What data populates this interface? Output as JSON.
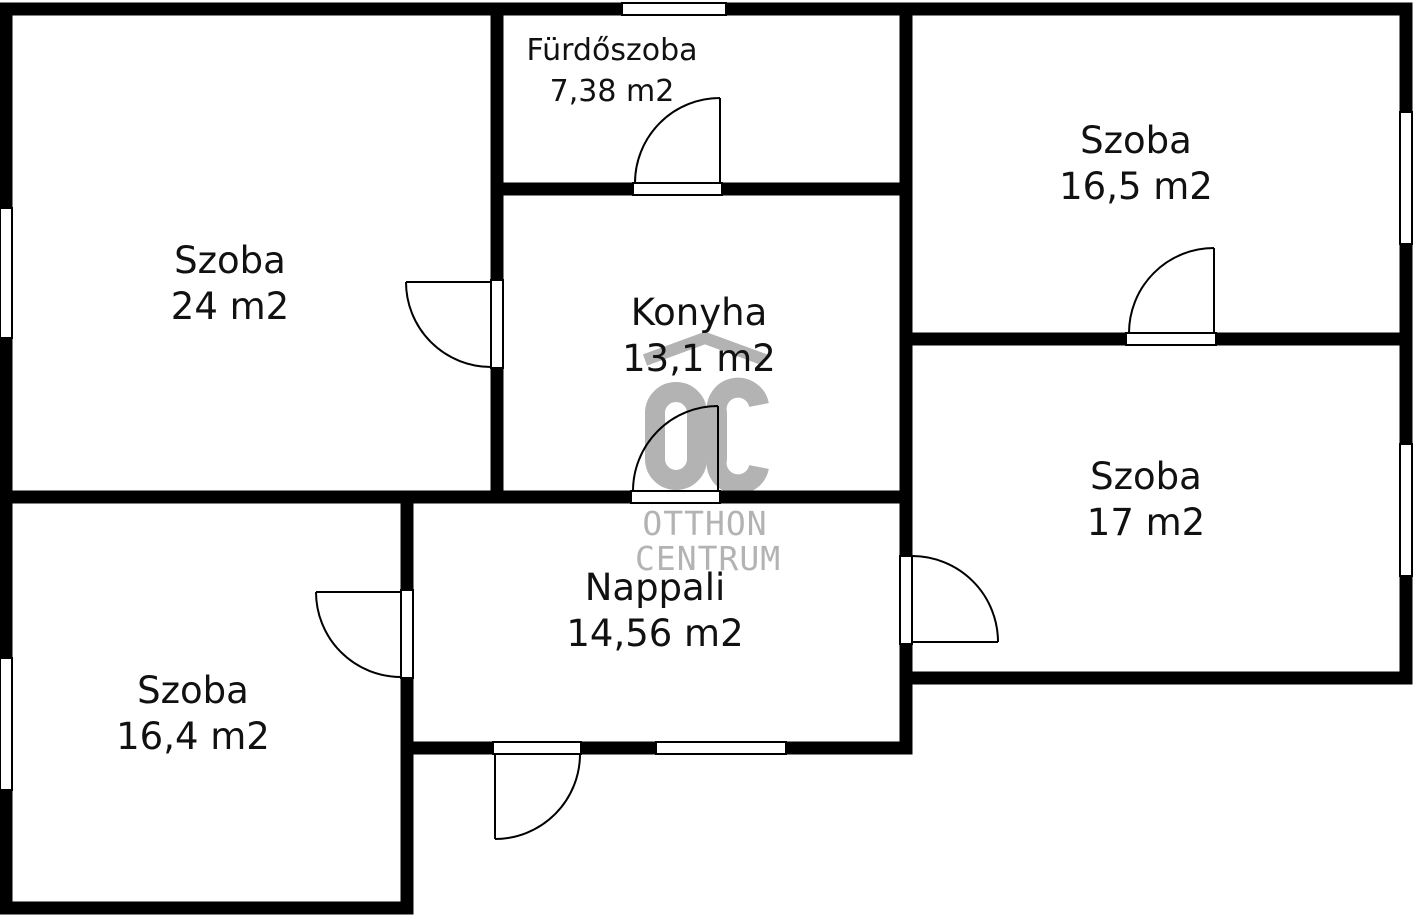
{
  "rooms": [
    {
      "id": "szoba-left-top",
      "name": "Szoba",
      "area": "24 m2"
    },
    {
      "id": "furdoszoba",
      "name": "Fürdőszoba",
      "area": "7,38 m2"
    },
    {
      "id": "konyha",
      "name": "Konyha",
      "area": "13,1 m2"
    },
    {
      "id": "szoba-right-top",
      "name": "Szoba",
      "area": "16,5 m2"
    },
    {
      "id": "szoba-right-mid",
      "name": "Szoba",
      "area": "17 m2"
    },
    {
      "id": "nappali",
      "name": "Nappali",
      "area": "14,56 m2"
    },
    {
      "id": "szoba-left-bottom",
      "name": "Szoba",
      "area": "16,4 m2"
    }
  ],
  "watermark": {
    "logo": "OC",
    "line1": "OTTHON",
    "line2": "CENTRUM"
  }
}
